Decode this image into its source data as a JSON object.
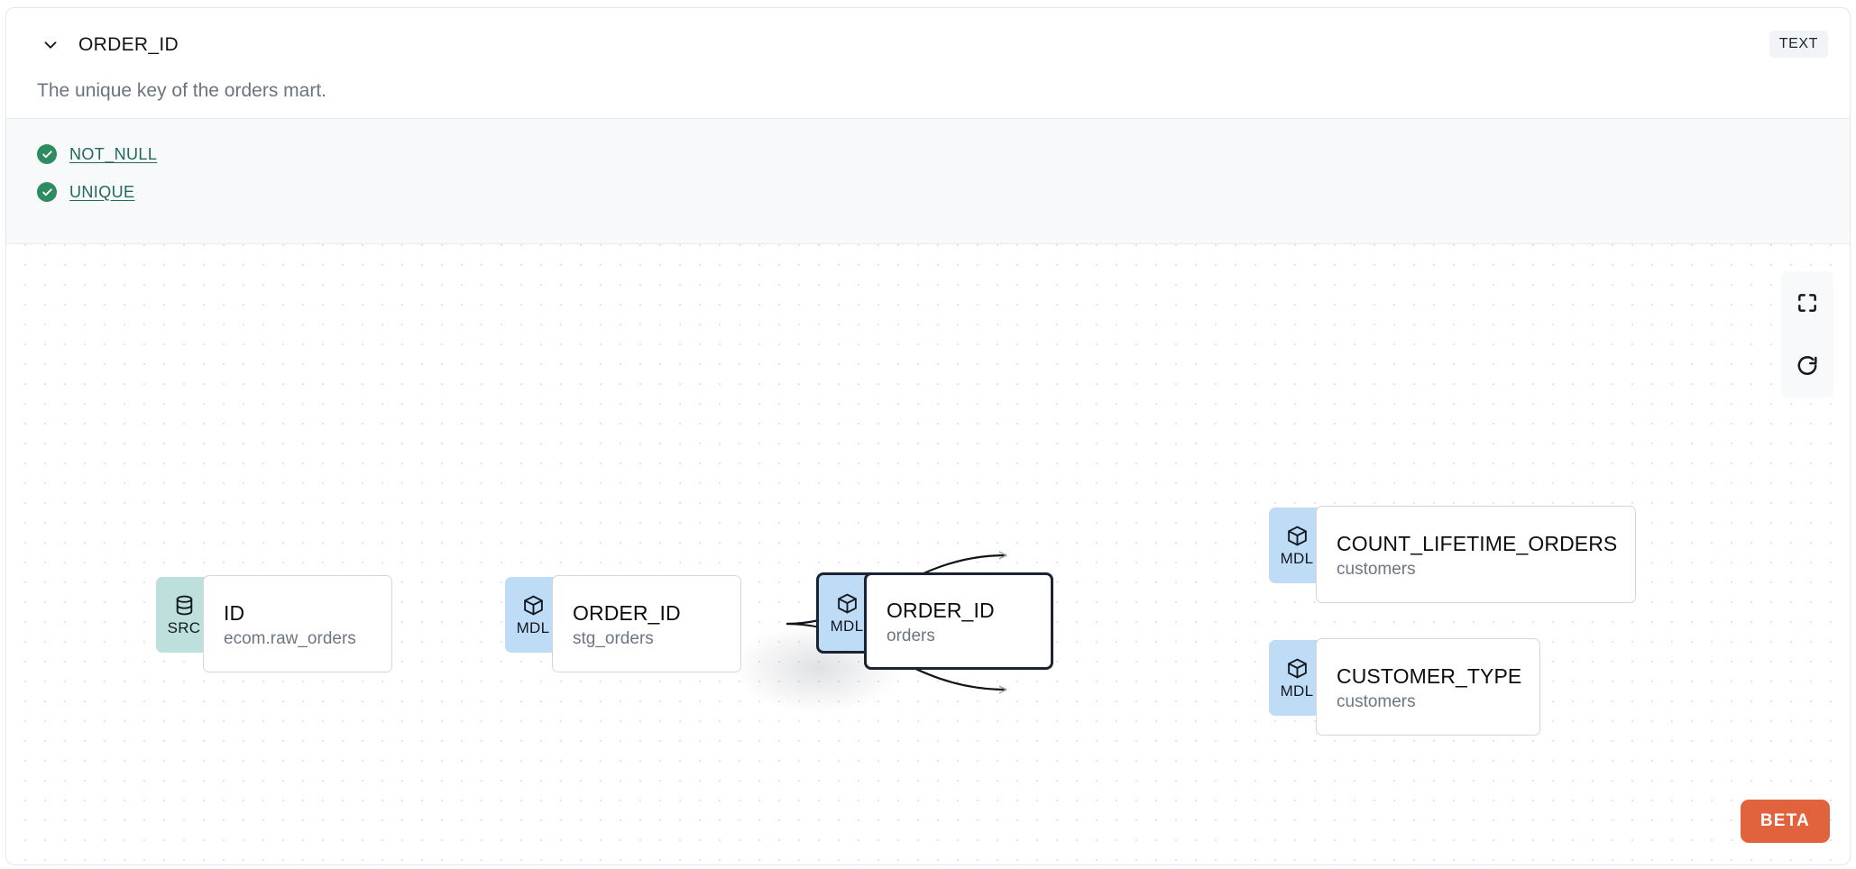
{
  "header": {
    "collapse_icon": "chevron-down-icon",
    "title": "ORDER_ID",
    "description": "The unique key of the orders mart.",
    "type_badge": "TEXT"
  },
  "tests": {
    "items": [
      {
        "status_icon": "check-circle-icon",
        "label": "NOT_NULL",
        "status": "pass"
      },
      {
        "status_icon": "check-circle-icon",
        "label": "UNIQUE",
        "status": "pass"
      }
    ]
  },
  "lineage": {
    "nodes": [
      {
        "badge": "SRC",
        "badge_icon": "database-icon",
        "name": "ID",
        "sub": "ecom.raw_orders",
        "selected": false
      },
      {
        "badge": "MDL",
        "badge_icon": "cube-icon",
        "name": "ORDER_ID",
        "sub": "stg_orders",
        "selected": false
      },
      {
        "badge": "MDL",
        "badge_icon": "cube-icon",
        "name": "ORDER_ID",
        "sub": "orders",
        "selected": true
      },
      {
        "badge": "MDL",
        "badge_icon": "cube-icon",
        "name": "COUNT_LIFETIME_ORDERS",
        "sub": "customers",
        "selected": false
      },
      {
        "badge": "MDL",
        "badge_icon": "cube-icon",
        "name": "CUSTOMER_TYPE",
        "sub": "customers",
        "selected": false
      }
    ],
    "controls": [
      {
        "icon": "fit-view-icon",
        "name": "fit-view-button"
      },
      {
        "icon": "refresh-icon",
        "name": "refresh-button"
      }
    ],
    "beta_label": "BETA"
  },
  "colors": {
    "src_badge": "#bde0dd",
    "mdl_badge": "#bedcf5",
    "test_pass": "#2e8b62",
    "test_link": "#20675c",
    "beta": "#e1633d",
    "selected_border": "#1c2433"
  }
}
